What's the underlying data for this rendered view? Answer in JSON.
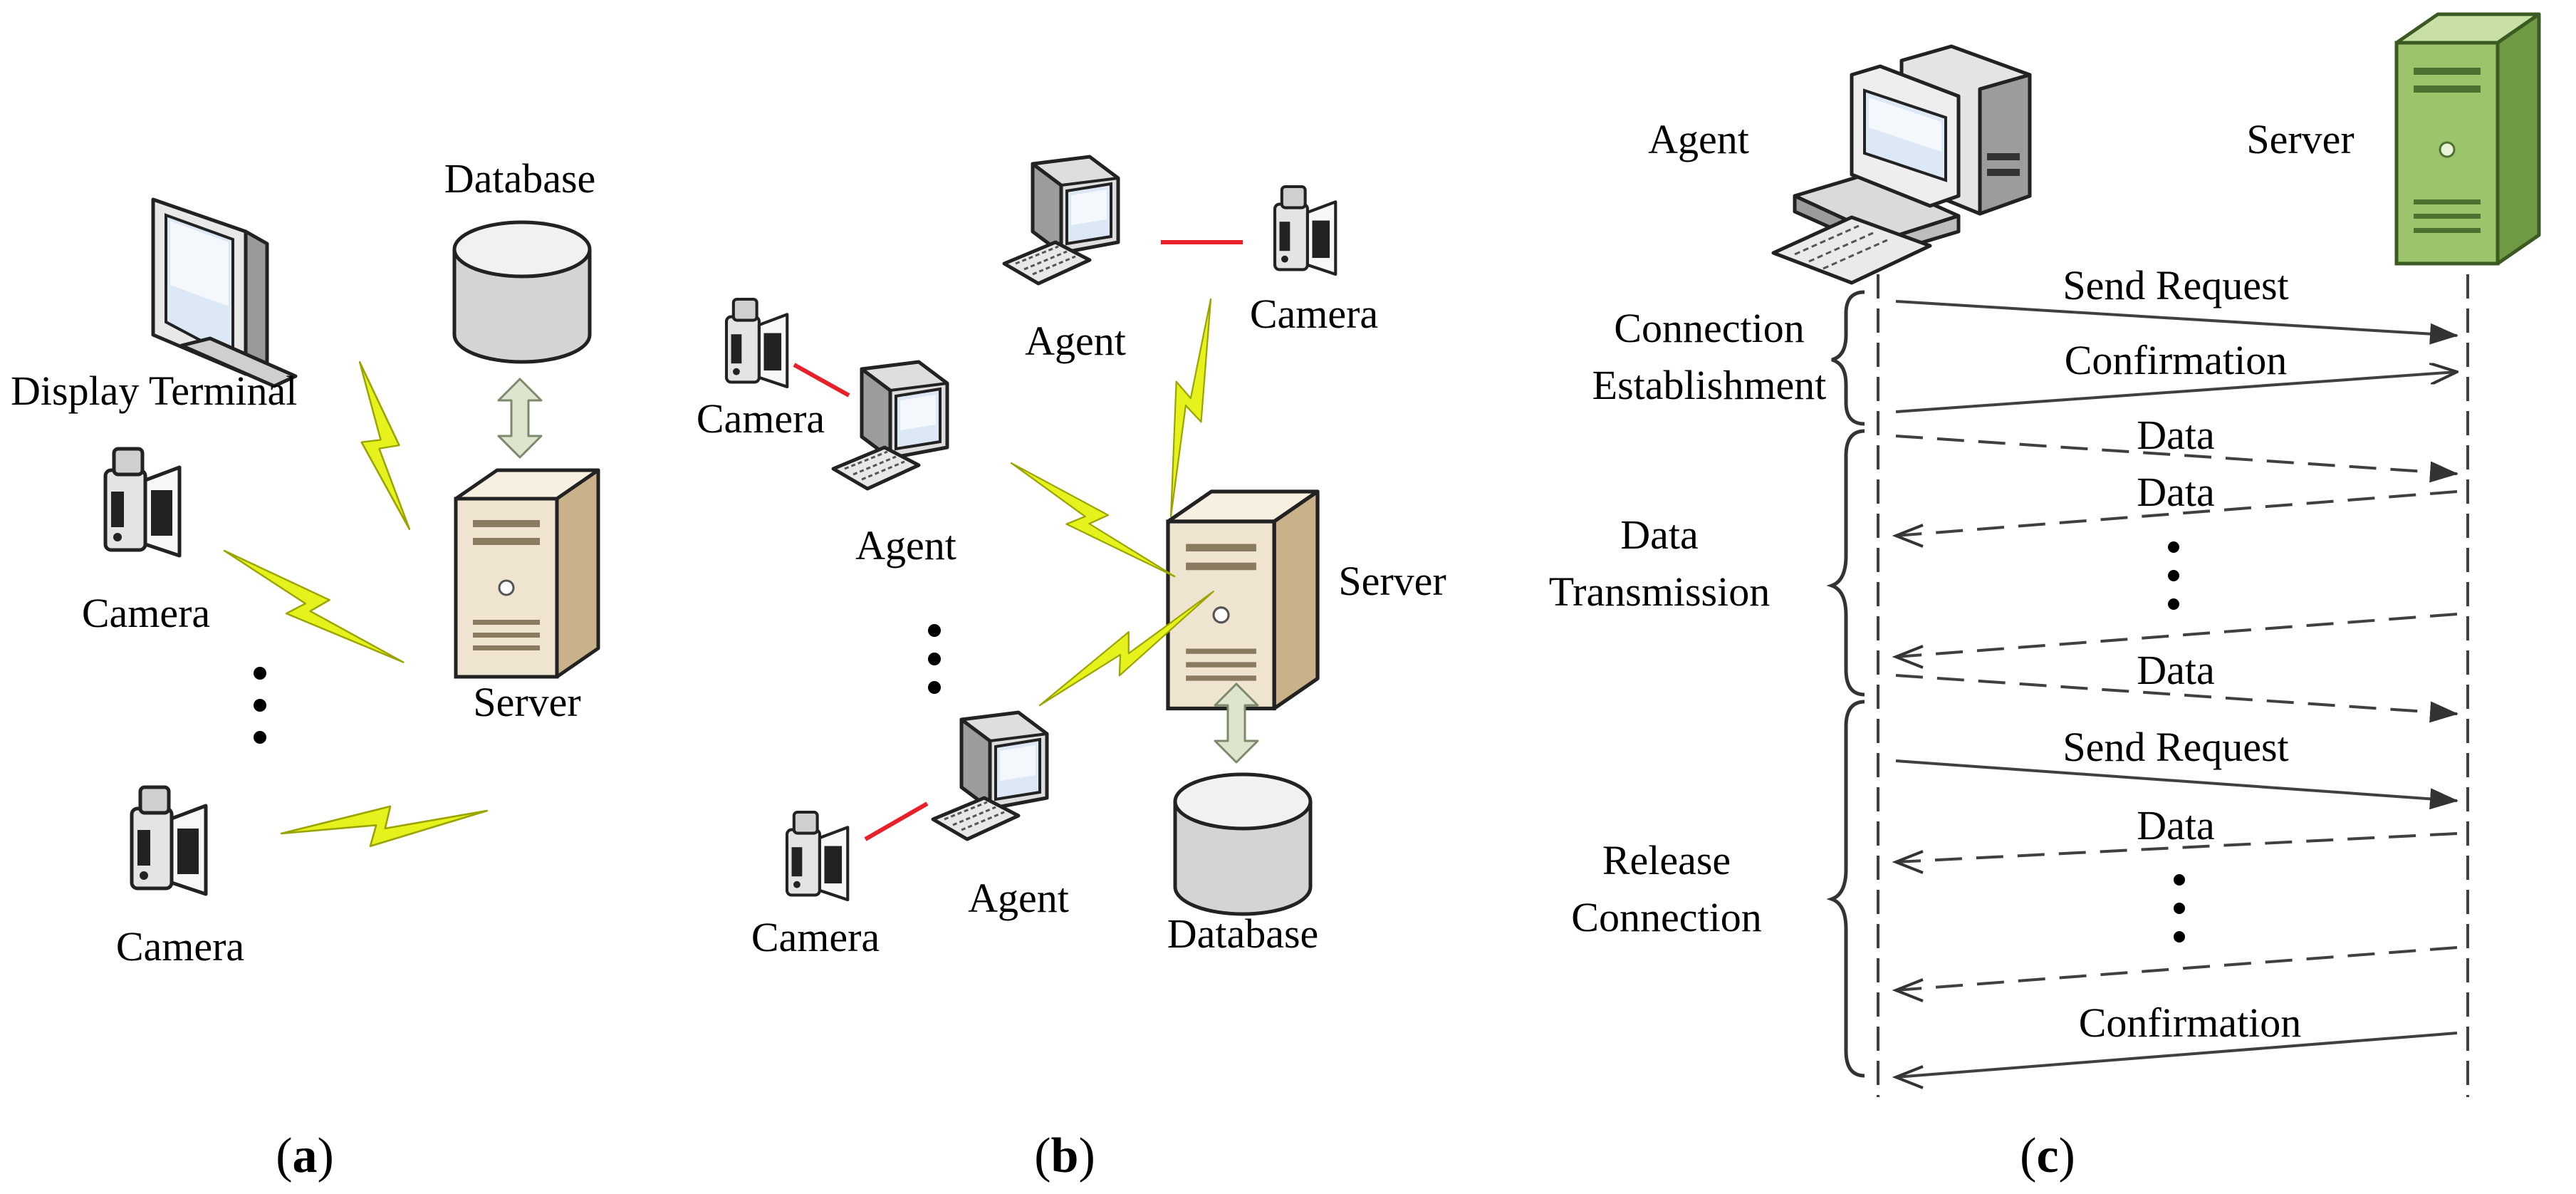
{
  "panel_a": {
    "caption": "a",
    "labels": {
      "database": "Database",
      "display_terminal": "Display Terminal",
      "camera_1": "Camera",
      "camera_2": "Camera",
      "server": "Server"
    }
  },
  "panel_b": {
    "caption": "b",
    "labels": {
      "agent_top": "Agent",
      "camera_top": "Camera",
      "camera_left": "Camera",
      "agent_left": "Agent",
      "server": "Server",
      "camera_bottom": "Camera",
      "agent_bottom": "Agent",
      "database": "Database"
    }
  },
  "panel_c": {
    "caption": "c",
    "actors": {
      "agent": "Agent",
      "server": "Server"
    },
    "phases": {
      "connection_line1": "Connection",
      "connection_line2": "Establishment",
      "transmission_line1": "Data",
      "transmission_line2": "Transmission",
      "release_line1": "Release",
      "release_line2": "Connection"
    },
    "messages": {
      "m1": "Send Request",
      "m2": "Confirmation",
      "m3": "Data",
      "m4": "Data",
      "m5": "Data",
      "m6": "Send Request",
      "m7": "Data",
      "m8": "Confirmation"
    }
  },
  "colors": {
    "lightning": "#e6f21c",
    "server_body": "#efe4cf",
    "server_green": "#9cc46a",
    "link_red": "#e8202a",
    "db_arrow": "#dde5cf"
  }
}
